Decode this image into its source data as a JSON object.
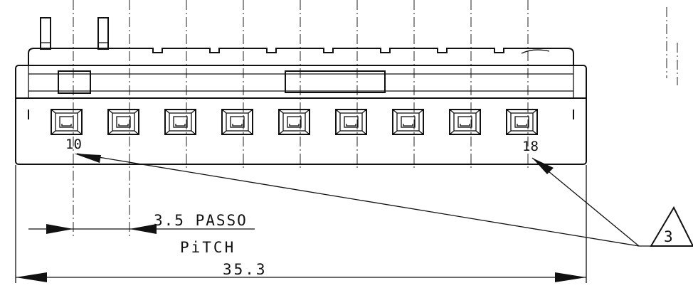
{
  "drawing": {
    "pitch_label": "3.5 PASSO",
    "pitch_label_en": "PiTCH",
    "overall_length_label": "35.3",
    "pin_first_label": "10",
    "pin_last_label": "18",
    "callout_number": "3",
    "contact_count": 9
  }
}
